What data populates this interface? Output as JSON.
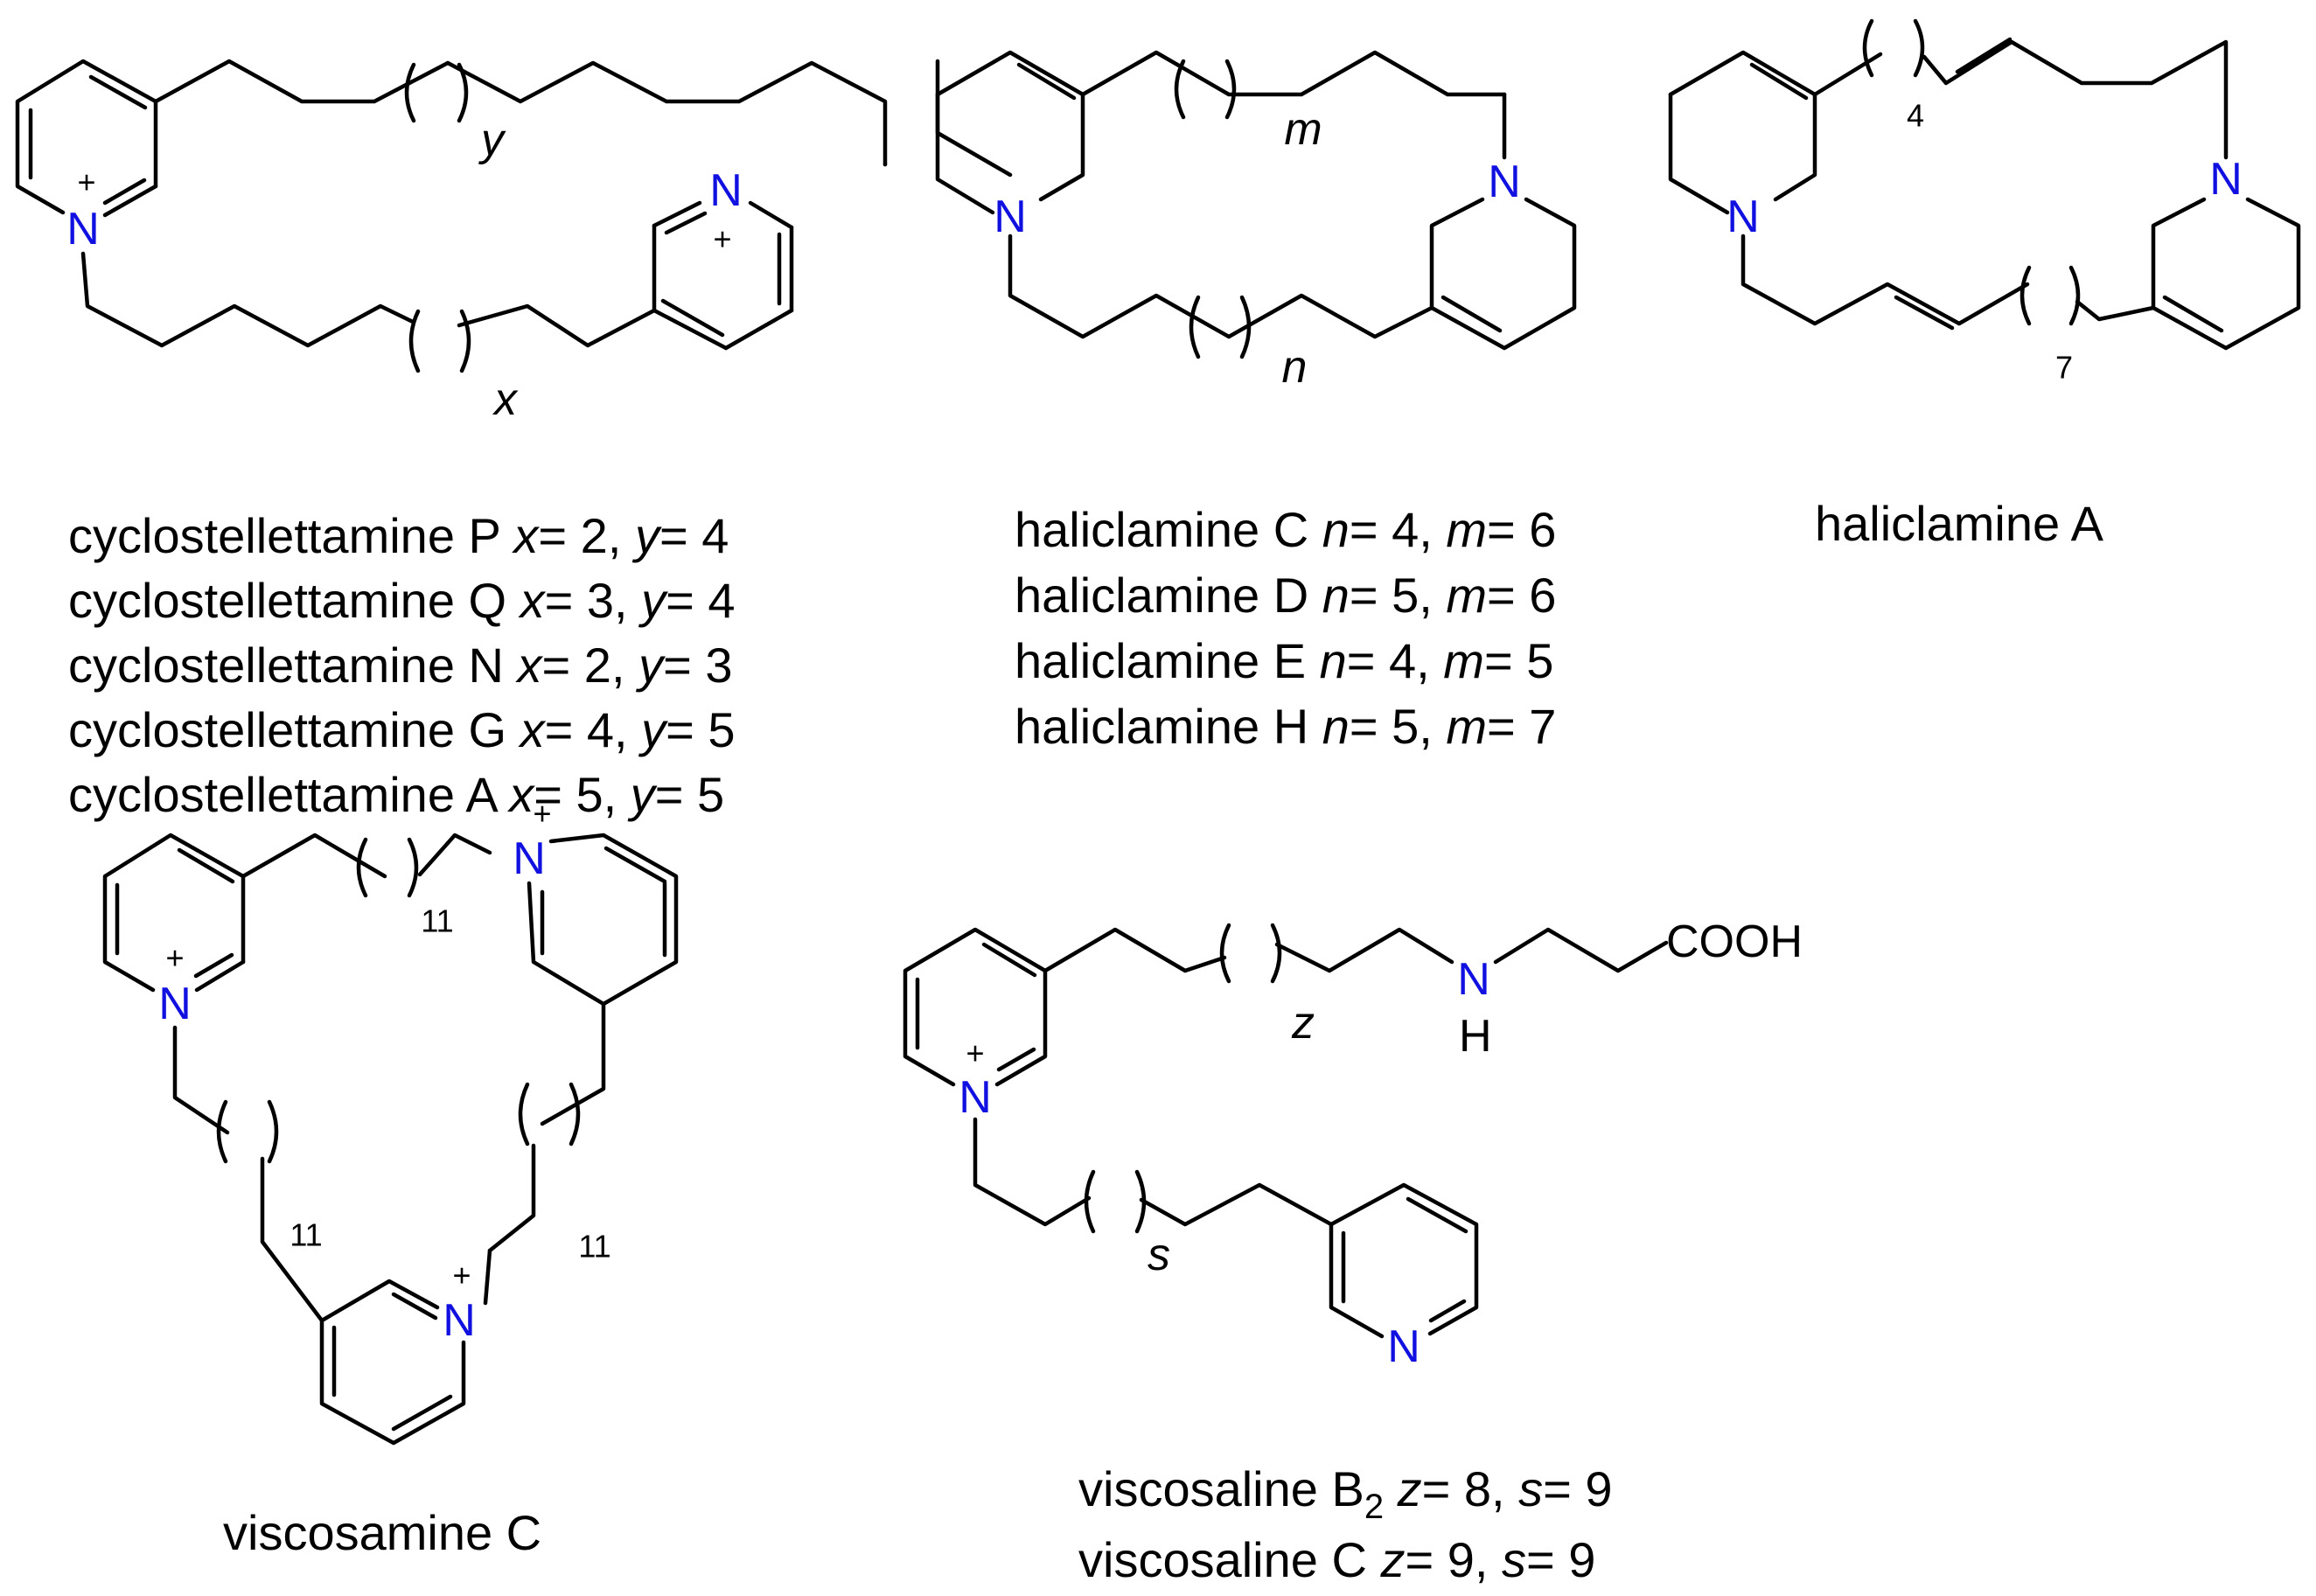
{
  "atom_labels": {
    "nitrogen": "N",
    "charge_plus": "+",
    "hydrogen": "H",
    "carboxyl": "COOH"
  },
  "chain_labels": {
    "x": "x",
    "y": "y",
    "m": "m",
    "n": "n",
    "z": "z",
    "s": "s",
    "h4": "4",
    "h7": "7",
    "v11a": "11",
    "v11b": "11",
    "v11c": "11"
  },
  "captions": {
    "cyclostellettamine": [
      {
        "name": "cyclostellettamine P",
        "v1": "x",
        "r1": "= 2, ",
        "v2": "y",
        "r2": "= 4"
      },
      {
        "name": "cyclostellettamine Q",
        "v1": "x",
        "r1": "= 3, ",
        "v2": "y",
        "r2": "= 4"
      },
      {
        "name": "cyclostellettamine N",
        "v1": "x",
        "r1": "= 2, ",
        "v2": "y",
        "r2": "= 3"
      },
      {
        "name": "cyclostellettamine G",
        "v1": "x",
        "r1": "= 4, ",
        "v2": "y",
        "r2": "= 5"
      },
      {
        "name": "cyclostellettamine A",
        "v1": "x",
        "r1": "= 5, ",
        "v2": "y",
        "r2": "= 5"
      }
    ],
    "haliclamine": [
      {
        "name": "haliclamine C",
        "v1": "n",
        "r1": "= 4, ",
        "v2": "m",
        "r2": "= 6"
      },
      {
        "name": "haliclamine D",
        "v1": "n",
        "r1": "= 5, ",
        "v2": "m",
        "r2": "= 6"
      },
      {
        "name": "haliclamine E",
        "v1": "n",
        "r1": "= 4, ",
        "v2": "m",
        "r2": "= 5"
      },
      {
        "name": "haliclamine H",
        "v1": "n",
        "r1": "= 5, ",
        "v2": "m",
        "r2": "= 7"
      }
    ],
    "haliclamine_a": "haliclamine A",
    "viscosamine_c": "viscosamine C",
    "viscosaline_b2": {
      "name": "viscosaline B",
      "sub": "2",
      "v1": "z",
      "r1": "= 8, ",
      "v2": "s",
      "r2": "= 9"
    },
    "viscosaline_c": {
      "name": "viscosaline C",
      "v1": "z",
      "r1": "= 9, ",
      "v2": "s",
      "r2": "= 9"
    }
  }
}
